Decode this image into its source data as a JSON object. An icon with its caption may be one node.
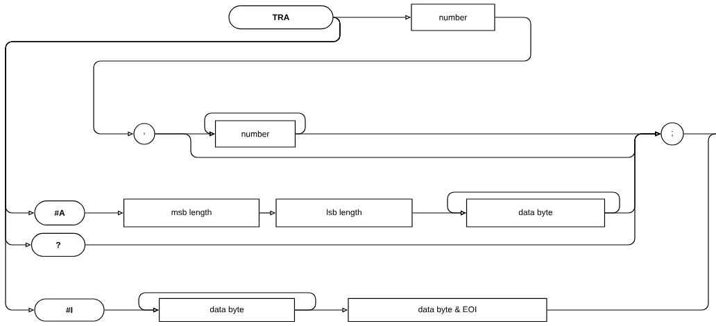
{
  "diagram": {
    "nodes": [
      {
        "text": [
          "TRA"
        ]
      },
      {
        "text": [
          "number"
        ]
      },
      {
        "text": [
          ","
        ]
      },
      {
        "text": [
          "number"
        ]
      },
      {
        "text": [
          ";"
        ]
      },
      {
        "text": [
          "#A"
        ]
      },
      {
        "text": [
          "msb length"
        ]
      },
      {
        "text": [
          "lsb length"
        ]
      },
      {
        "text": [
          "data byte"
        ]
      },
      {
        "text": [
          "?"
        ]
      },
      {
        "text": [
          "#I"
        ]
      },
      {
        "text": [
          "data byte"
        ]
      },
      {
        "text": [
          "data byte & EOI"
        ]
      }
    ],
    "edges": [
      {
        "from": 0,
        "to": 1,
        "arrow": "to"
      },
      {
        "from": 1,
        "to": 2,
        "arrow": "to"
      },
      {
        "from": 0,
        "to": 5,
        "arrow": "to"
      },
      {
        "from": 0,
        "to": 9,
        "arrow": "to"
      },
      {
        "from": 0,
        "to": 10,
        "arrow": "to"
      },
      {
        "from": 2,
        "to": 3,
        "arrow": "to"
      },
      {
        "from": 3,
        "to": 3,
        "arrow": "to"
      },
      {
        "from": 3,
        "to": 4,
        "arrow": "to"
      },
      {
        "from": 2,
        "to": 4,
        "arrow": "to"
      },
      {
        "from": 5,
        "to": 6,
        "arrow": "to"
      },
      {
        "from": 6,
        "to": 7,
        "arrow": "to"
      },
      {
        "from": 7,
        "to": 8,
        "arrow": "to"
      },
      {
        "from": 8,
        "to": 8,
        "arrow": "to"
      },
      {
        "from": 8,
        "to": 4,
        "arrow": "to"
      },
      {
        "from": 9,
        "to": 4,
        "arrow": "to"
      },
      {
        "from": 10,
        "to": 11,
        "arrow": "to"
      },
      {
        "from": 11,
        "to": 11,
        "arrow": "to"
      },
      {
        "from": 11,
        "to": 12,
        "arrow": "to"
      },
      {
        "from": 4,
        "to": null,
        "arrow": "none"
      },
      {
        "from": 12,
        "to": null,
        "arrow": "none"
      }
    ]
  }
}
